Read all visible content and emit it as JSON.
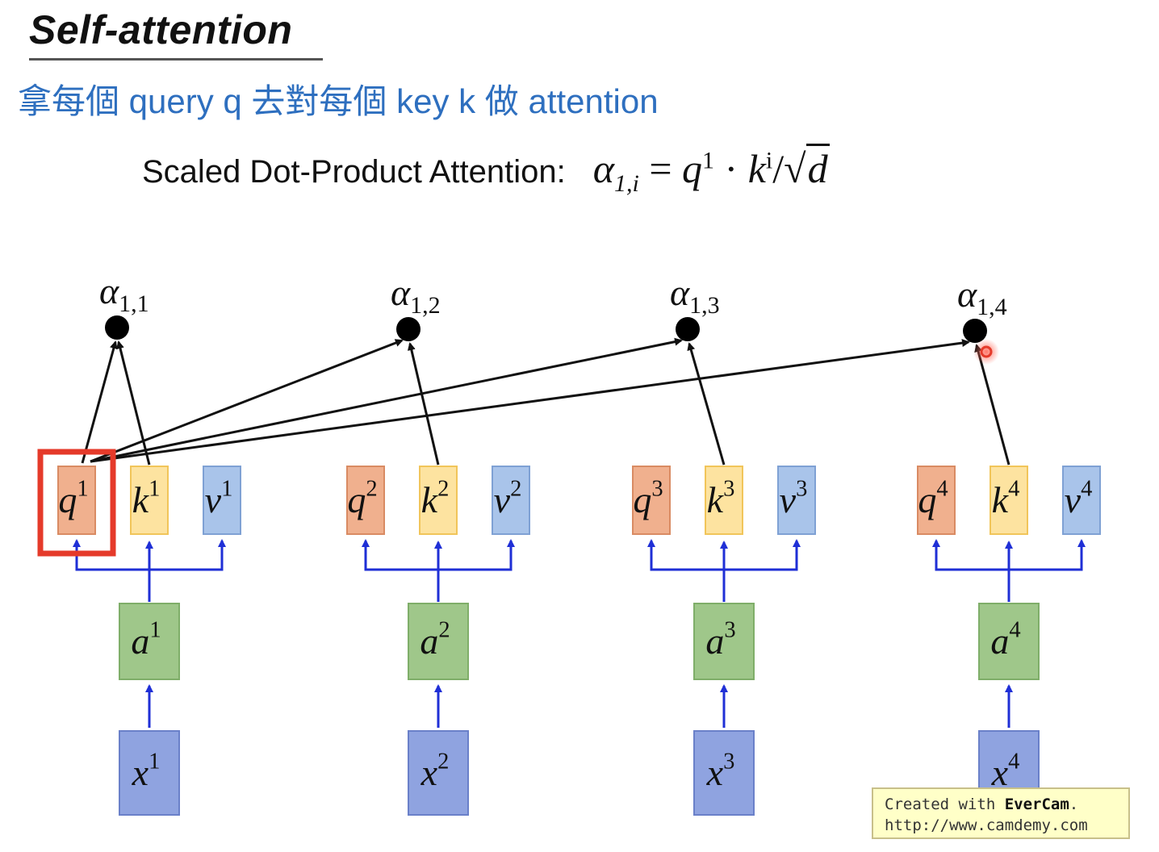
{
  "slide": {
    "title": "Self-attention",
    "subtitle": "拿每個 query q 去對每個  key k 做 attention",
    "formula_label": "Scaled Dot-Product Attention:",
    "formula": {
      "alpha": "α",
      "alpha_sub": "1,i",
      "equals": "=",
      "q": "q",
      "q_sup": "1",
      "dot": "·",
      "k": "k",
      "k_sup": "i",
      "slash": "/",
      "sqrt": "√",
      "d": "d"
    }
  },
  "diagram": {
    "alphas": [
      {
        "symbol": "α",
        "sub": "1,1"
      },
      {
        "symbol": "α",
        "sub": "1,2"
      },
      {
        "symbol": "α",
        "sub": "1,3"
      },
      {
        "symbol": "α",
        "sub": "1,4"
      }
    ],
    "columns": [
      {
        "q": "q",
        "k": "k",
        "v": "v",
        "a": "a",
        "x": "x",
        "sup": "1"
      },
      {
        "q": "q",
        "k": "k",
        "v": "v",
        "a": "a",
        "x": "x",
        "sup": "2"
      },
      {
        "q": "q",
        "k": "k",
        "v": "v",
        "a": "a",
        "x": "x",
        "sup": "3"
      },
      {
        "q": "q",
        "k": "k",
        "v": "v",
        "a": "a",
        "x": "x",
        "sup": "4"
      }
    ],
    "colors": {
      "q_fill": "#f0b08e",
      "q_stroke": "#d98b63",
      "k_fill": "#fde3a0",
      "k_stroke": "#f1c55a",
      "v_fill": "#a9c4ea",
      "v_stroke": "#7fa1d4",
      "a_fill": "#9fc78a",
      "a_stroke": "#7fae69",
      "x_fill": "#8fa3e0",
      "x_stroke": "#6a80c9",
      "highlight": "#e53a2a",
      "connector": "#1f2fd6",
      "arrow": "#111111"
    },
    "highlighted_query_index": 0
  },
  "watermark": {
    "line1_prefix": "Created with ",
    "line1_brand": "EverCam",
    "line1_suffix": ".",
    "line2": "http://www.camdemy.com"
  }
}
